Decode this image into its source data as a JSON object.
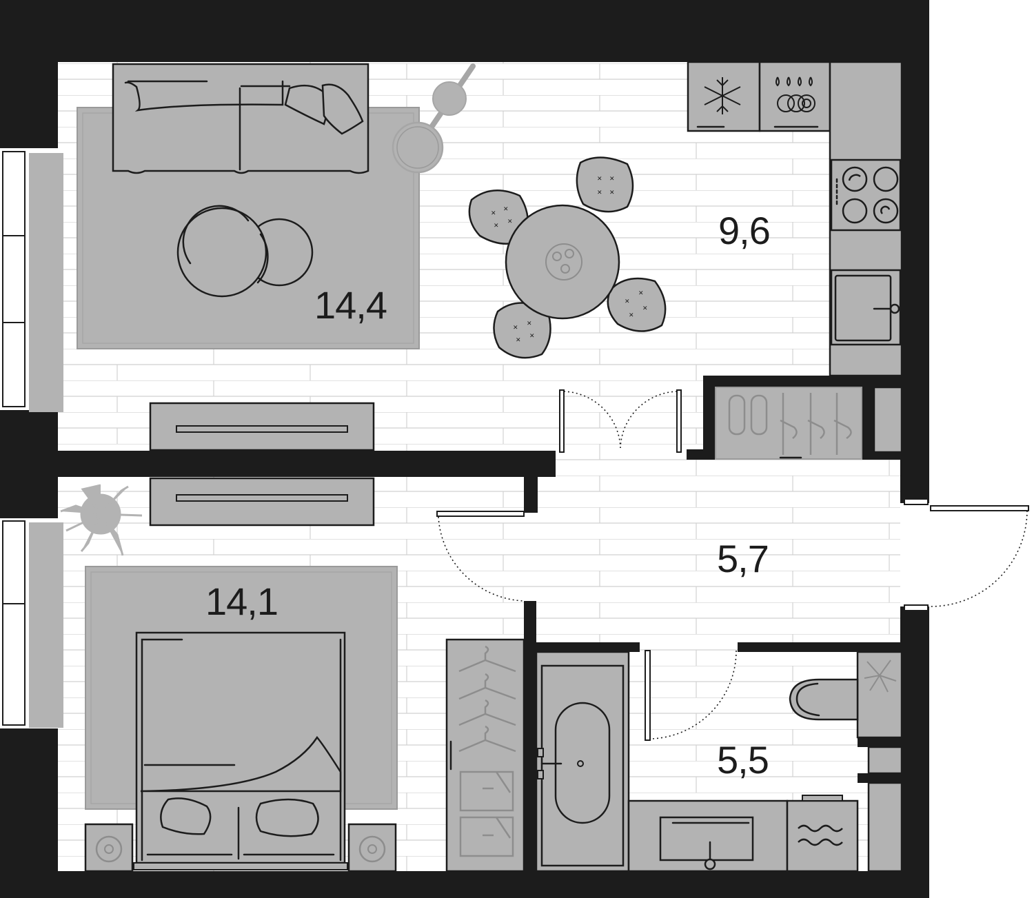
{
  "rooms": [
    {
      "id": "living-room",
      "area": "14,4"
    },
    {
      "id": "kitchen",
      "area": "9,6"
    },
    {
      "id": "hallway",
      "area": "5,7"
    },
    {
      "id": "bedroom",
      "area": "14,1"
    },
    {
      "id": "bathroom",
      "area": "5,5"
    }
  ],
  "colors": {
    "wall": "#1c1c1c",
    "furniture": "#b3b3b3",
    "floor": "#ffffff",
    "floor_lines": "#d0d0d0"
  },
  "icons": [
    "snowflake-icon",
    "dishwasher-icon",
    "stove-icon",
    "sink-icon",
    "washing-machine-icon",
    "plant-icon"
  ]
}
